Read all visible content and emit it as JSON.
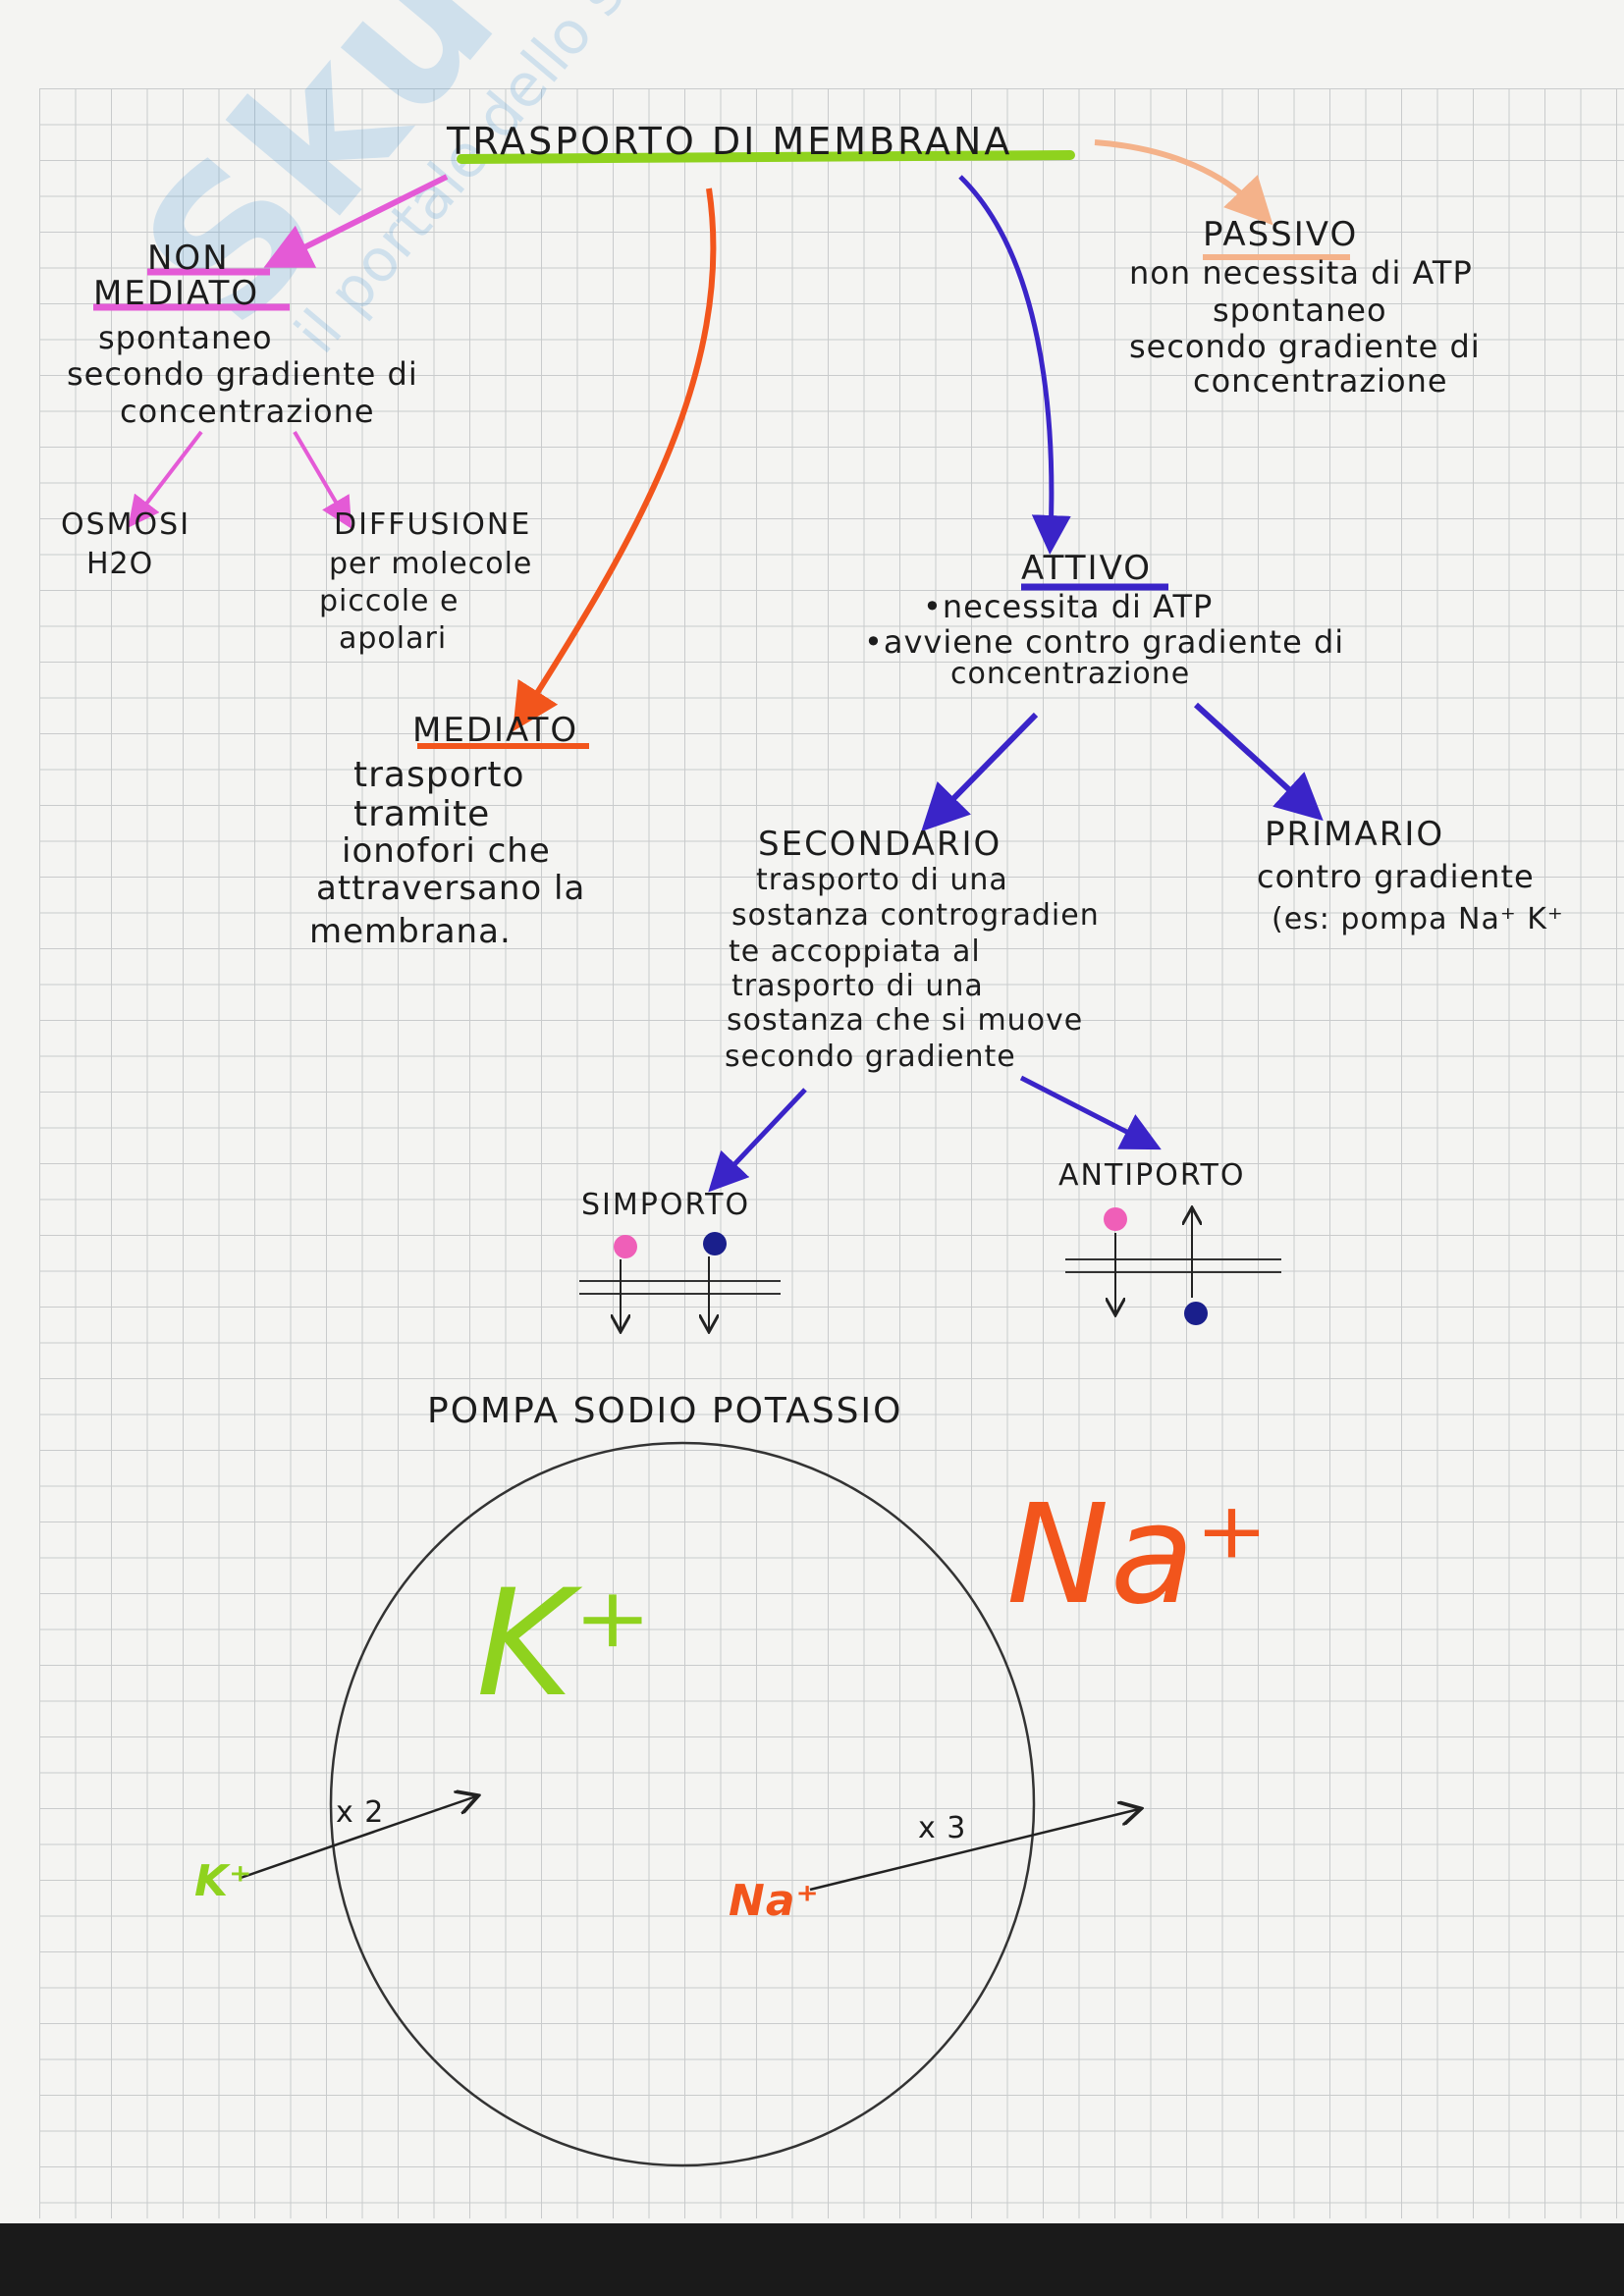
{
  "watermark": {
    "logo": "Skuola.net",
    "tagline": "il portale dello studente"
  },
  "title": "TRASPORTO DI MEMBRANA",
  "passivo": {
    "heading": "PASSIVO",
    "lines": [
      "non necessita di ATP",
      "spontaneo",
      "secondo gradiente di",
      "concentrazione"
    ]
  },
  "non_mediato": {
    "heading_1": "NON",
    "heading_2": "MEDIATO",
    "lines": [
      "spontaneo",
      "secondo gradiente di",
      "concentrazione"
    ]
  },
  "osmosi": {
    "heading": "OSMOSI",
    "line": "H2O"
  },
  "diffusione": {
    "heading": "DIFFUSIONE",
    "lines": [
      "per molecole",
      "piccole e",
      "apolari"
    ]
  },
  "mediato": {
    "heading": "MEDIATO",
    "lines": [
      "trasporto",
      "tramite",
      "ionofori che",
      "attraversano la",
      "membrana."
    ]
  },
  "attivo": {
    "heading": "ATTIVO",
    "lines": [
      "•necessita di ATP",
      "•avviene contro gradiente di",
      "concentrazione"
    ]
  },
  "secondario": {
    "heading": "SECONDARIO",
    "lines": [
      "trasporto di una",
      "sostanza controgradien",
      "te accoppiata al",
      "trasporto di una",
      "sostanza che si muove",
      "secondo gradiente"
    ]
  },
  "primario": {
    "heading": "PRIMARIO",
    "lines": [
      "contro gradiente",
      "(es: pompa Na⁺ K⁺"
    ]
  },
  "simporto": {
    "label": "SIMPORTO"
  },
  "antiporto": {
    "label": "ANTIPORTO"
  },
  "pompa": {
    "title": "POMPA SODIO POTASSIO",
    "k_big": "K⁺",
    "na_big": "Na⁺",
    "k_small": "K⁺",
    "na_small": "Na⁺",
    "k_mult": "x 2",
    "na_mult": "x 3"
  },
  "colors": {
    "green": "#8fd21e",
    "pink": "#e45ad6",
    "orange": "#f2551c",
    "blue": "#3a24c8",
    "peach": "#f4b28a",
    "magenta_dot": "#ef5fb8",
    "navy_dot": "#1a1f8c"
  }
}
